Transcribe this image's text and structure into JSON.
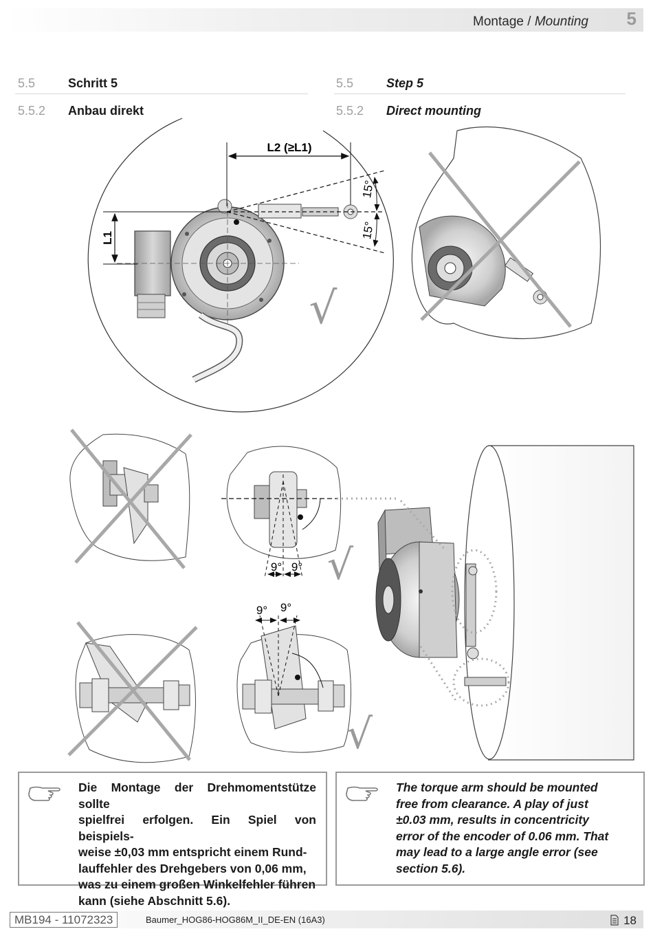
{
  "header": {
    "title_de": "Montage",
    "separator": " / ",
    "title_en": "Mounting",
    "chapter": "5"
  },
  "sections": {
    "de": {
      "num1": "5.5",
      "title1": "Schritt 5",
      "num2": "5.5.2",
      "title2": "Anbau direkt"
    },
    "en": {
      "num1": "5.5",
      "title1": "Step 5",
      "num2": "5.5.2",
      "title2": "Direct mounting"
    }
  },
  "figure": {
    "dim_l2": "L2 (≥L1)",
    "dim_l1": "L1",
    "angle_15a": "15°",
    "angle_15b": "15°",
    "angle_9a": "9°",
    "angle_9b": "9°",
    "angle_9c": "9°",
    "angle_9d": "9°",
    "check_mark": "√"
  },
  "notes": {
    "de": [
      "Die Montage der Drehmomentstütze sollte",
      "spielfrei erfolgen. Ein Spiel von beispiels-",
      "weise ±0,03 mm entspricht einem Rund-",
      "lauffehler des Drehgebers von 0,06 mm,",
      "was zu einem großen Winkelfehler führen",
      "kann (siehe Abschnitt 5.6)."
    ],
    "en": [
      "The torque arm should be mounted",
      "free from clearance. A play of just",
      "±0.03 mm, results in concentricity",
      "error of the encoder of 0.06 mm. That",
      "may lead to a large angle error (see",
      "section 5.6)."
    ]
  },
  "footer": {
    "doc_id": "MB194 - 11072323",
    "doc_name": "Baumer_HOG86-HOG86M_II_DE-EN (16A3)",
    "page": "18"
  }
}
